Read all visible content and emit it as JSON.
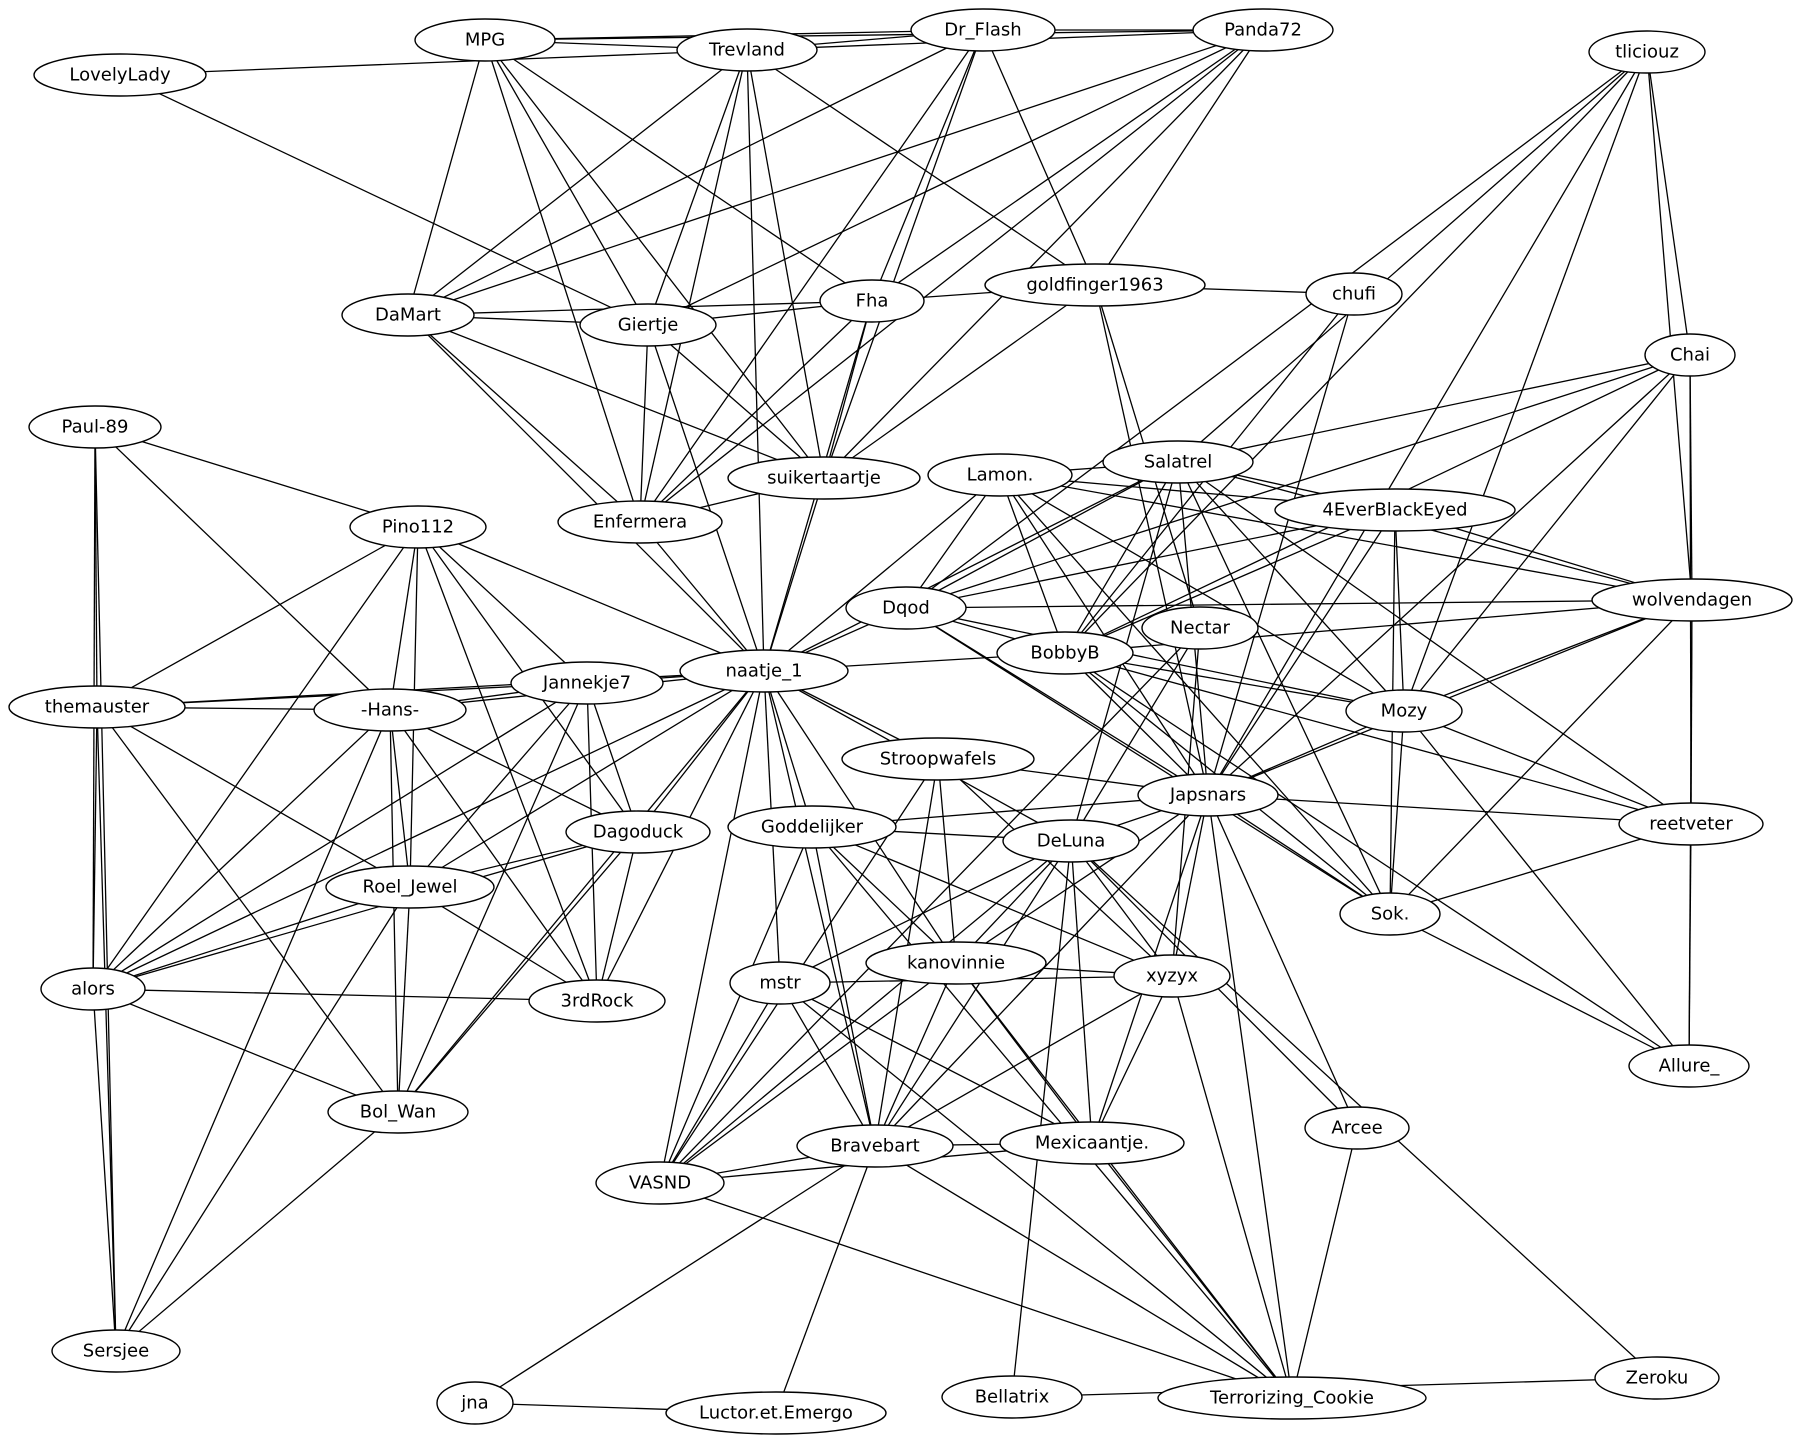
{
  "nodes": [
    {
      "id": "MPG"
    },
    {
      "id": "Trevland"
    },
    {
      "id": "Dr_Flash"
    },
    {
      "id": "Panda72"
    },
    {
      "id": "tliciouz"
    },
    {
      "id": "LovelyLady"
    },
    {
      "id": "DaMart"
    },
    {
      "id": "Giertje"
    },
    {
      "id": "Fha"
    },
    {
      "id": "goldfinger1963"
    },
    {
      "id": "chufi"
    },
    {
      "id": "Chai"
    },
    {
      "id": "Paul-89"
    },
    {
      "id": "Lamon."
    },
    {
      "id": "Salatrel"
    },
    {
      "id": "suikertaartje"
    },
    {
      "id": "4EverBlackEyed"
    },
    {
      "id": "Pino112"
    },
    {
      "id": "Enfermera"
    },
    {
      "id": "Dqod"
    },
    {
      "id": "wolvendagen"
    },
    {
      "id": "Nectar"
    },
    {
      "id": "BobbyB"
    },
    {
      "id": "naatje_1"
    },
    {
      "id": "Jannekje7"
    },
    {
      "id": "themauster"
    },
    {
      "id": "-Hans-"
    },
    {
      "id": "Mozy"
    },
    {
      "id": "Stroopwafels"
    },
    {
      "id": "Japsnars"
    },
    {
      "id": "Goddelijker"
    },
    {
      "id": "Dagoduck"
    },
    {
      "id": "DeLuna"
    },
    {
      "id": "reetveter"
    },
    {
      "id": "Roel_Jewel"
    },
    {
      "id": "Sok."
    },
    {
      "id": "kanovinnie"
    },
    {
      "id": "alors"
    },
    {
      "id": "mstr"
    },
    {
      "id": "xyzyx"
    },
    {
      "id": "3rdRock"
    },
    {
      "id": "Allure_"
    },
    {
      "id": "Bol_Wan"
    },
    {
      "id": "Arcee"
    },
    {
      "id": "Mexicaantje."
    },
    {
      "id": "Bravebart"
    },
    {
      "id": "VASND"
    },
    {
      "id": "Sersjee"
    },
    {
      "id": "jna"
    },
    {
      "id": "Luctor.et.Emergo"
    },
    {
      "id": "Bellatrix"
    },
    {
      "id": "Terrorizing_Cookie"
    },
    {
      "id": "Zeroku"
    }
  ],
  "edges": [
    [
      "MPG",
      "Trevland"
    ],
    [
      "MPG",
      "Dr_Flash"
    ],
    [
      "MPG",
      "Panda72"
    ],
    [
      "MPG",
      "DaMart"
    ],
    [
      "MPG",
      "Giertje"
    ],
    [
      "MPG",
      "Fha"
    ],
    [
      "MPG",
      "Enfermera"
    ],
    [
      "MPG",
      "suikertaartje"
    ],
    [
      "LovelyLady",
      "Trevland"
    ],
    [
      "LovelyLady",
      "Giertje"
    ],
    [
      "Trevland",
      "Dr_Flash"
    ],
    [
      "Trevland",
      "Panda72"
    ],
    [
      "Trevland",
      "DaMart"
    ],
    [
      "Trevland",
      "Giertje"
    ],
    [
      "Trevland",
      "Enfermera"
    ],
    [
      "Trevland",
      "suikertaartje"
    ],
    [
      "Trevland",
      "naatje_1"
    ],
    [
      "Trevland",
      "goldfinger1963"
    ],
    [
      "Dr_Flash",
      "Panda72"
    ],
    [
      "Dr_Flash",
      "DaMart"
    ],
    [
      "Dr_Flash",
      "Enfermera"
    ],
    [
      "Dr_Flash",
      "Fha"
    ],
    [
      "Dr_Flash",
      "suikertaartje"
    ],
    [
      "Dr_Flash",
      "goldfinger1963"
    ],
    [
      "Panda72",
      "DaMart"
    ],
    [
      "Panda72",
      "Giertje"
    ],
    [
      "Panda72",
      "Fha"
    ],
    [
      "Panda72",
      "suikertaartje"
    ],
    [
      "Panda72",
      "Enfermera"
    ],
    [
      "Panda72",
      "goldfinger1963"
    ],
    [
      "DaMart",
      "Giertje"
    ],
    [
      "DaMart",
      "Fha"
    ],
    [
      "DaMart",
      "suikertaartje"
    ],
    [
      "DaMart",
      "Enfermera"
    ],
    [
      "DaMart",
      "naatje_1"
    ],
    [
      "Giertje",
      "Fha"
    ],
    [
      "Giertje",
      "suikertaartje"
    ],
    [
      "Giertje",
      "Enfermera"
    ],
    [
      "Giertje",
      "naatje_1"
    ],
    [
      "Fha",
      "goldfinger1963"
    ],
    [
      "Fha",
      "suikertaartje"
    ],
    [
      "Fha",
      "Enfermera"
    ],
    [
      "Fha",
      "naatje_1"
    ],
    [
      "goldfinger1963",
      "chufi"
    ],
    [
      "goldfinger1963",
      "suikertaartje"
    ],
    [
      "goldfinger1963",
      "Japsnars"
    ],
    [
      "goldfinger1963",
      "Nectar"
    ],
    [
      "chufi",
      "BobbyB"
    ],
    [
      "chufi",
      "Japsnars"
    ],
    [
      "tliciouz",
      "Chai"
    ],
    [
      "tliciouz",
      "wolvendagen"
    ],
    [
      "tliciouz",
      "Mozy"
    ],
    [
      "tliciouz",
      "Dqod"
    ],
    [
      "tliciouz",
      "BobbyB"
    ],
    [
      "tliciouz",
      "Salatrel"
    ],
    [
      "tliciouz",
      "Japsnars"
    ],
    [
      "Chai",
      "Salatrel"
    ],
    [
      "Chai",
      "BobbyB"
    ],
    [
      "Chai",
      "wolvendagen"
    ],
    [
      "Chai",
      "reetveter"
    ],
    [
      "Chai",
      "Japsnars"
    ],
    [
      "Chai",
      "Mozy"
    ],
    [
      "Chai",
      "Dqod"
    ],
    [
      "Paul-89",
      "Pino112"
    ],
    [
      "Paul-89",
      "themauster"
    ],
    [
      "Paul-89",
      "-Hans-"
    ],
    [
      "Paul-89",
      "alors"
    ],
    [
      "Paul-89",
      "Sersjee"
    ],
    [
      "Lamon.",
      "Salatrel"
    ],
    [
      "Lamon.",
      "4EverBlackEyed"
    ],
    [
      "Lamon.",
      "wolvendagen"
    ],
    [
      "Lamon.",
      "naatje_1"
    ],
    [
      "Lamon.",
      "Dqod"
    ],
    [
      "Lamon.",
      "BobbyB"
    ],
    [
      "Lamon.",
      "Japsnars"
    ],
    [
      "Lamon.",
      "Mozy"
    ],
    [
      "Lamon.",
      "Sok."
    ],
    [
      "Salatrel",
      "4EverBlackEyed"
    ],
    [
      "Salatrel",
      "wolvendagen"
    ],
    [
      "Salatrel",
      "Dqod"
    ],
    [
      "Salatrel",
      "BobbyB"
    ],
    [
      "Salatrel",
      "naatje_1"
    ],
    [
      "Salatrel",
      "Japsnars"
    ],
    [
      "Salatrel",
      "Mozy"
    ],
    [
      "Salatrel",
      "reetveter"
    ],
    [
      "Salatrel",
      "Sok."
    ],
    [
      "Salatrel",
      "DeLuna"
    ],
    [
      "4EverBlackEyed",
      "wolvendagen"
    ],
    [
      "4EverBlackEyed",
      "Dqod"
    ],
    [
      "4EverBlackEyed",
      "BobbyB"
    ],
    [
      "4EverBlackEyed",
      "Mozy"
    ],
    [
      "4EverBlackEyed",
      "Japsnars"
    ],
    [
      "4EverBlackEyed",
      "Sok."
    ],
    [
      "suikertaartje",
      "Enfermera"
    ],
    [
      "suikertaartje",
      "naatje_1"
    ],
    [
      "Enfermera",
      "naatje_1"
    ],
    [
      "Pino112",
      "themauster"
    ],
    [
      "Pino112",
      "-Hans-"
    ],
    [
      "Pino112",
      "Jannekje7"
    ],
    [
      "Pino112",
      "naatje_1"
    ],
    [
      "Pino112",
      "Dagoduck"
    ],
    [
      "Pino112",
      "Roel_Jewel"
    ],
    [
      "Pino112",
      "alors"
    ],
    [
      "Pino112",
      "3rdRock"
    ],
    [
      "Dqod",
      "wolvendagen"
    ],
    [
      "Dqod",
      "BobbyB"
    ],
    [
      "Dqod",
      "naatje_1"
    ],
    [
      "Dqod",
      "Mozy"
    ],
    [
      "Dqod",
      "Japsnars"
    ],
    [
      "Dqod",
      "Sok."
    ],
    [
      "wolvendagen",
      "BobbyB"
    ],
    [
      "wolvendagen",
      "Mozy"
    ],
    [
      "wolvendagen",
      "Japsnars"
    ],
    [
      "wolvendagen",
      "reetveter"
    ],
    [
      "wolvendagen",
      "Sok."
    ],
    [
      "wolvendagen",
      "Allure_"
    ],
    [
      "Nectar",
      "DeLuna"
    ],
    [
      "Nectar",
      "xyzyx"
    ],
    [
      "Nectar",
      "VASND"
    ],
    [
      "BobbyB",
      "naatje_1"
    ],
    [
      "BobbyB",
      "Mozy"
    ],
    [
      "BobbyB",
      "Japsnars"
    ],
    [
      "BobbyB",
      "reetveter"
    ],
    [
      "BobbyB",
      "Sok."
    ],
    [
      "BobbyB",
      "Allure_"
    ],
    [
      "naatje_1",
      "themauster"
    ],
    [
      "naatje_1",
      "-Hans-"
    ],
    [
      "naatje_1",
      "Jannekje7"
    ],
    [
      "naatje_1",
      "Stroopwafels"
    ],
    [
      "naatje_1",
      "Goddelijker"
    ],
    [
      "naatje_1",
      "Dagoduck"
    ],
    [
      "naatje_1",
      "DeLuna"
    ],
    [
      "naatje_1",
      "Roel_Jewel"
    ],
    [
      "naatje_1",
      "kanovinnie"
    ],
    [
      "naatje_1",
      "alors"
    ],
    [
      "naatje_1",
      "mstr"
    ],
    [
      "naatje_1",
      "3rdRock"
    ],
    [
      "naatje_1",
      "Bol_Wan"
    ],
    [
      "naatje_1",
      "Bravebart"
    ],
    [
      "naatje_1",
      "VASND"
    ],
    [
      "Jannekje7",
      "themauster"
    ],
    [
      "Jannekje7",
      "-Hans-"
    ],
    [
      "Jannekje7",
      "Dagoduck"
    ],
    [
      "Jannekje7",
      "Roel_Jewel"
    ],
    [
      "Jannekje7",
      "alors"
    ],
    [
      "Jannekje7",
      "3rdRock"
    ],
    [
      "Jannekje7",
      "Bol_Wan"
    ],
    [
      "themauster",
      "-Hans-"
    ],
    [
      "themauster",
      "Roel_Jewel"
    ],
    [
      "themauster",
      "alors"
    ],
    [
      "themauster",
      "Bol_Wan"
    ],
    [
      "themauster",
      "Sersjee"
    ],
    [
      "-Hans-",
      "Dagoduck"
    ],
    [
      "-Hans-",
      "Roel_Jewel"
    ],
    [
      "-Hans-",
      "alors"
    ],
    [
      "-Hans-",
      "3rdRock"
    ],
    [
      "-Hans-",
      "Bol_Wan"
    ],
    [
      "-Hans-",
      "Sersjee"
    ],
    [
      "Mozy",
      "Japsnars"
    ],
    [
      "Mozy",
      "reetveter"
    ],
    [
      "Mozy",
      "Sok."
    ],
    [
      "Mozy",
      "Allure_"
    ],
    [
      "Stroopwafels",
      "Japsnars"
    ],
    [
      "Stroopwafels",
      "kanovinnie"
    ],
    [
      "Stroopwafels",
      "xyzyx"
    ],
    [
      "Stroopwafels",
      "Bravebart"
    ],
    [
      "Stroopwafels",
      "VASND"
    ],
    [
      "Japsnars",
      "Goddelijker"
    ],
    [
      "Japsnars",
      "DeLuna"
    ],
    [
      "Japsnars",
      "reetveter"
    ],
    [
      "Japsnars",
      "Sok."
    ],
    [
      "Japsnars",
      "kanovinnie"
    ],
    [
      "Japsnars",
      "xyzyx"
    ],
    [
      "Japsnars",
      "Arcee"
    ],
    [
      "Japsnars",
      "Mexicaantje."
    ],
    [
      "Japsnars",
      "Bravebart"
    ],
    [
      "Japsnars",
      "Terrorizing_Cookie"
    ],
    [
      "Goddelijker",
      "DeLuna"
    ],
    [
      "Goddelijker",
      "kanovinnie"
    ],
    [
      "Goddelijker",
      "xyzyx"
    ],
    [
      "Goddelijker",
      "Bravebart"
    ],
    [
      "Goddelijker",
      "VASND"
    ],
    [
      "Goddelijker",
      "Terrorizing_Cookie"
    ],
    [
      "Dagoduck",
      "Roel_Jewel"
    ],
    [
      "Dagoduck",
      "alors"
    ],
    [
      "Dagoduck",
      "3rdRock"
    ],
    [
      "Dagoduck",
      "Bol_Wan"
    ],
    [
      "DeLuna",
      "kanovinnie"
    ],
    [
      "DeLuna",
      "mstr"
    ],
    [
      "DeLuna",
      "xyzyx"
    ],
    [
      "DeLuna",
      "Mexicaantje."
    ],
    [
      "DeLuna",
      "Bravebart"
    ],
    [
      "DeLuna",
      "VASND"
    ],
    [
      "DeLuna",
      "Arcee"
    ],
    [
      "DeLuna",
      "Bellatrix"
    ],
    [
      "DeLuna",
      "Zeroku"
    ],
    [
      "reetveter",
      "Sok."
    ],
    [
      "reetveter",
      "Allure_"
    ],
    [
      "Roel_Jewel",
      "alors"
    ],
    [
      "Roel_Jewel",
      "3rdRock"
    ],
    [
      "Roel_Jewel",
      "Bol_Wan"
    ],
    [
      "Roel_Jewel",
      "Sersjee"
    ],
    [
      "Sok.",
      "Allure_"
    ],
    [
      "kanovinnie",
      "xyzyx"
    ],
    [
      "kanovinnie",
      "Mexicaantje."
    ],
    [
      "kanovinnie",
      "Bravebart"
    ],
    [
      "kanovinnie",
      "VASND"
    ],
    [
      "kanovinnie",
      "Terrorizing_Cookie"
    ],
    [
      "alors",
      "3rdRock"
    ],
    [
      "alors",
      "Bol_Wan"
    ],
    [
      "alors",
      "Sersjee"
    ],
    [
      "mstr",
      "xyzyx"
    ],
    [
      "mstr",
      "Mexicaantje."
    ],
    [
      "mstr",
      "Bravebart"
    ],
    [
      "mstr",
      "VASND"
    ],
    [
      "mstr",
      "Terrorizing_Cookie"
    ],
    [
      "xyzyx",
      "Mexicaantje."
    ],
    [
      "xyzyx",
      "Bravebart"
    ],
    [
      "xyzyx",
      "Terrorizing_Cookie"
    ],
    [
      "Bol_Wan",
      "Sersjee"
    ],
    [
      "Mexicaantje.",
      "Bravebart"
    ],
    [
      "Mexicaantje.",
      "VASND"
    ],
    [
      "Mexicaantje.",
      "Terrorizing_Cookie"
    ],
    [
      "Bravebart",
      "VASND"
    ],
    [
      "Bravebart",
      "jna"
    ],
    [
      "Bravebart",
      "Luctor.et.Emergo"
    ],
    [
      "Bravebart",
      "Terrorizing_Cookie"
    ],
    [
      "VASND",
      "Terrorizing_Cookie"
    ],
    [
      "jna",
      "Luctor.et.Emergo"
    ],
    [
      "Bellatrix",
      "Zeroku"
    ],
    [
      "Arcee",
      "Terrorizing_Cookie"
    ]
  ]
}
